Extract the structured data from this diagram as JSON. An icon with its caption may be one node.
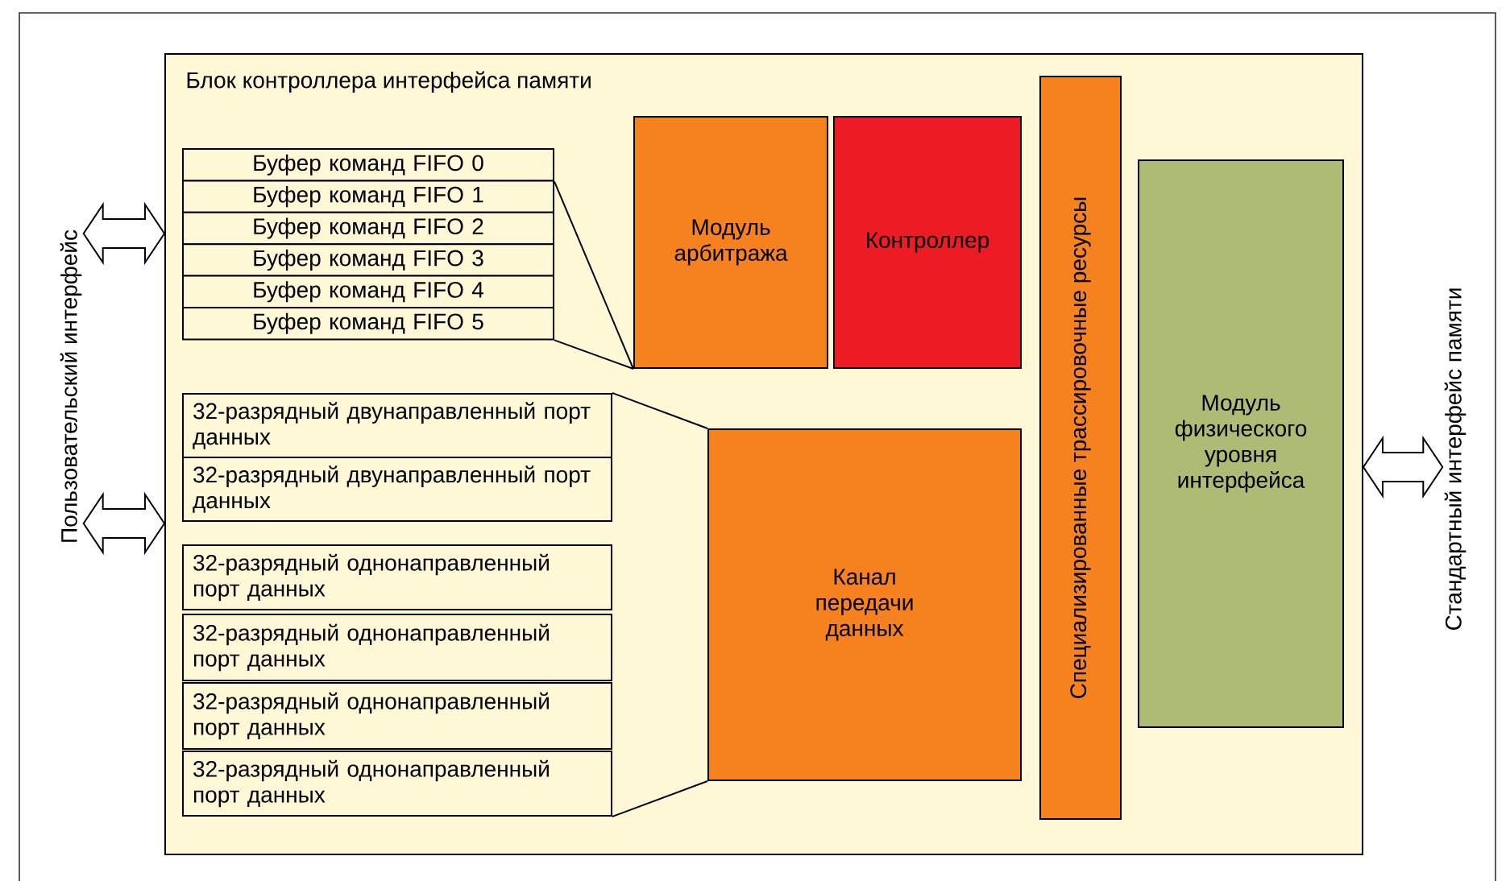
{
  "diagram": {
    "nodes": [
      {
        "text": [
          "Блок контроллера интерфейса памяти"
        ]
      },
      {
        "text": [
          "Буфер команд FIFO 0"
        ],
        "in": 0
      },
      {
        "text": [
          "Буфер команд FIFO 1"
        ],
        "in": 0
      },
      {
        "text": [
          "Буфер команд FIFO 2"
        ],
        "in": 0
      },
      {
        "text": [
          "Буфер команд FIFO 3"
        ],
        "in": 0
      },
      {
        "text": [
          "Буфер команд FIFO 4"
        ],
        "in": 0
      },
      {
        "text": [
          "Буфер команд FIFO 5"
        ],
        "in": 0
      },
      {
        "text": [
          "Модуль арбитража"
        ],
        "in": 0
      },
      {
        "text": [
          "Контроллер"
        ],
        "in": 0
      },
      {
        "text": [
          "32-разрядный двунаправленный порт данных"
        ],
        "in": 0
      },
      {
        "text": [
          "32-разрядный двунаправленный порт данных"
        ],
        "in": 0
      },
      {
        "text": [
          "32-разрядный однонаправленный порт данных"
        ],
        "in": 0
      },
      {
        "text": [
          "32-разрядный однонаправленный порт данных"
        ],
        "in": 0
      },
      {
        "text": [
          "32-разрядный однонаправленный порт данных"
        ],
        "in": 0
      },
      {
        "text": [
          "32-разрядный однонаправленный порт данных"
        ],
        "in": 0
      },
      {
        "text": [
          "Канал передачи данных"
        ],
        "in": 0
      },
      {
        "text": [
          "Специализированные трассировочные ресурсы"
        ],
        "in": 0
      },
      {
        "text": [
          "Модуль физического уровня интерфейса"
        ],
        "in": 0
      },
      {
        "text": [
          "Пользовательский интерфейс"
        ]
      },
      {
        "text": [
          "Стандартный интерфейс памяти"
        ]
      }
    ],
    "edges": [
      {
        "from": 18,
        "to": 0,
        "arrow": "both"
      },
      {
        "from": 18,
        "to": 0,
        "arrow": "both"
      },
      {
        "from": 0,
        "to": 19,
        "arrow": "both"
      },
      {
        "from": 1,
        "to": 7,
        "arrow": "none"
      },
      {
        "from": 6,
        "to": 7,
        "arrow": "none"
      },
      {
        "from": 9,
        "to": 15,
        "arrow": "none"
      },
      {
        "from": 14,
        "to": 15,
        "arrow": "none"
      }
    ]
  }
}
